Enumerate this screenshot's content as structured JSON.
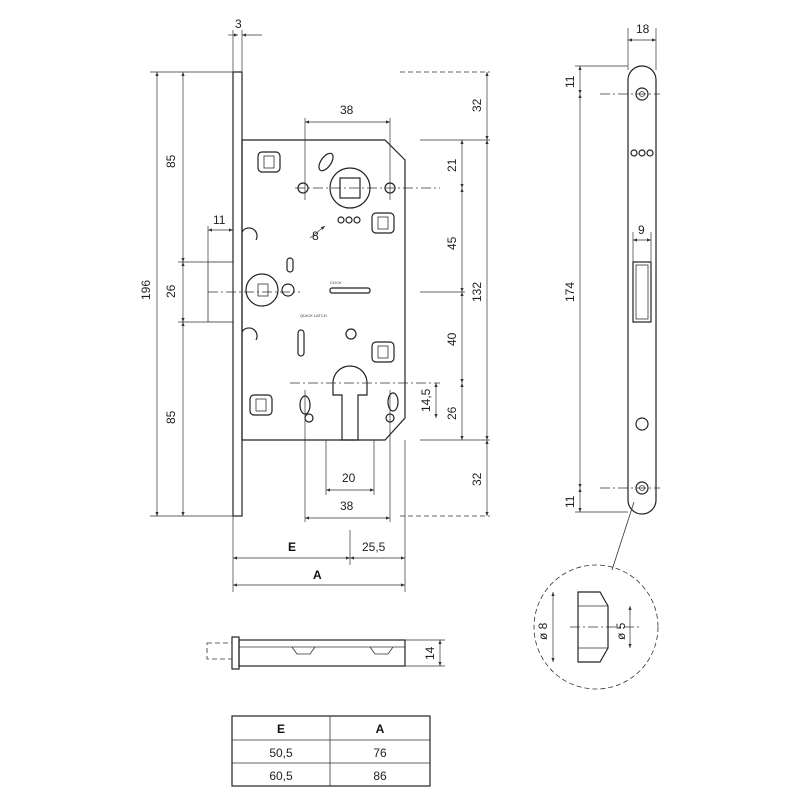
{
  "dimensions": {
    "faceplate_thickness": "3",
    "top_offset": "85",
    "total_height": "196",
    "latch_height": "26",
    "bottom_offset": "85",
    "latch_protrusion": "11",
    "spindle_spacing": "38",
    "top_margin": "32",
    "spindle_from_top": "21",
    "spindle_to_latch": "45",
    "center_distance": "132",
    "latch_to_cylinder": "40",
    "cylinder_offset": "14,5",
    "cylinder_lower": "26",
    "bottom_margin": "32",
    "cylinder_width": "20",
    "cylinder_spacing": "38",
    "backset_label": "E",
    "backset_extra": "25,5",
    "case_depth_label": "A",
    "square_size": "8",
    "faceplate_width": "18",
    "faceplate_top_hole": "11",
    "faceplate_length": "174",
    "faceplate_bottom_hole": "11",
    "strike_width": "9",
    "screw_head_diameter": "ø 8",
    "screw_hole_diameter": "ø 5",
    "body_thickness": "14"
  },
  "labels": {
    "quick_latch": "QUICK LATCH",
    "click": "CLICK"
  },
  "table": {
    "headers": [
      "E",
      "A"
    ],
    "rows": [
      [
        "50,5",
        "76"
      ],
      [
        "60,5",
        "86"
      ]
    ]
  }
}
